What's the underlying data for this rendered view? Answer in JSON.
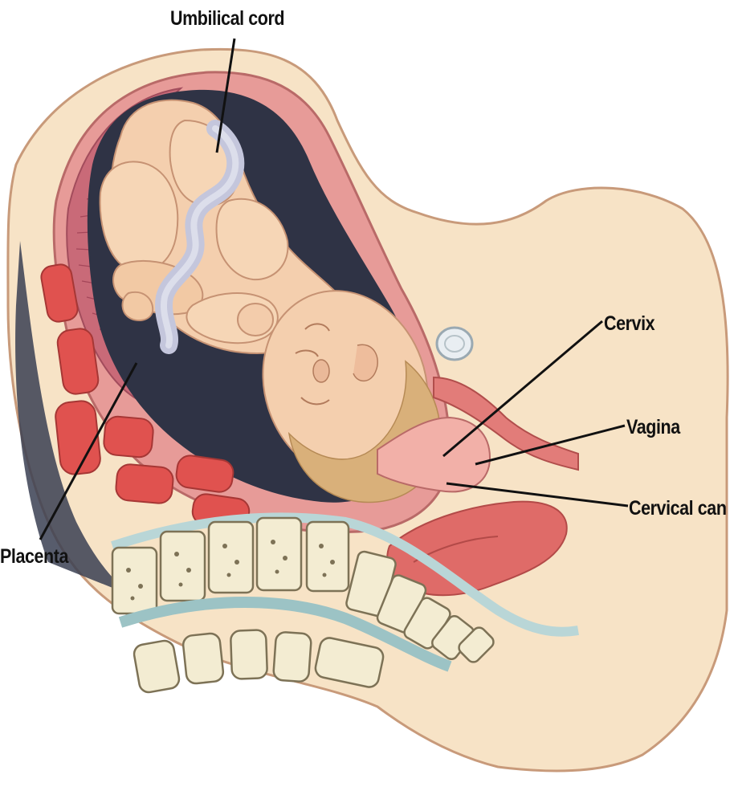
{
  "labels": {
    "umbilical_cord": "Umbilical cord",
    "cervix": "Cervix",
    "vagina": "Vagina",
    "cervical_canal": "Cervical can",
    "placenta": "Placenta"
  },
  "colors": {
    "skin": "#f7e3c6",
    "skin_outline": "#c89a7a",
    "uterus_wall": "#e79b98",
    "placenta": "#c96a78",
    "amniotic_dark": "#2f3345",
    "fetus": "#f4cfae",
    "fetus_shadow": "#d9a383",
    "hair": "#d9b07a",
    "bone": "#f3ecd2",
    "muscle": "#e0524f",
    "spinal_blue": "#b9d6d7",
    "cord": "#c4c6dc",
    "leader_line": "#111111"
  }
}
